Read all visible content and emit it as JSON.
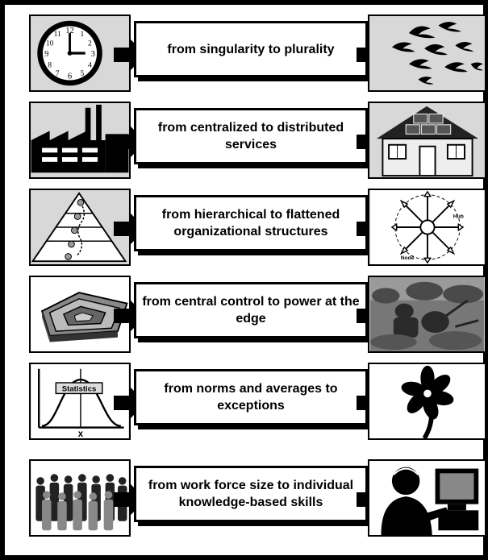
{
  "rows": [
    {
      "text": "from singularity to plurality",
      "left_icon": "clock-icon",
      "right_icon": "birds-flock-icon"
    },
    {
      "text": "from centralized to distributed services",
      "left_icon": "factory-icon",
      "right_icon": "solar-house-icon"
    },
    {
      "text": "from hierarchical to flattened organizational structures",
      "left_icon": "pyramid-hierarchy-icon",
      "right_icon": "hub-node-network-icon"
    },
    {
      "text": "from central control to power at the edge",
      "left_icon": "pentagon-building-icon",
      "right_icon": "soldier-photo-icon"
    },
    {
      "text": "from norms and averages to exceptions",
      "left_icon": "statistics-bell-curve-icon",
      "right_icon": "flower-icon"
    },
    {
      "text": "from work force size to individual knowledge-based skills",
      "left_icon": "crowd-icon",
      "right_icon": "computer-operator-icon"
    }
  ],
  "clock": {
    "numbers": [
      "12",
      "1",
      "2",
      "3",
      "4",
      "5",
      "6",
      "7",
      "8",
      "9",
      "10",
      "11"
    ]
  },
  "network": {
    "hub_label": "Hub",
    "node_label": "Node"
  },
  "stats": {
    "label": "Statistics",
    "axis_label": "x"
  },
  "colors": {
    "border": "#000000",
    "panel_bg": "#d0d0d0",
    "box_bg": "#ffffff"
  }
}
